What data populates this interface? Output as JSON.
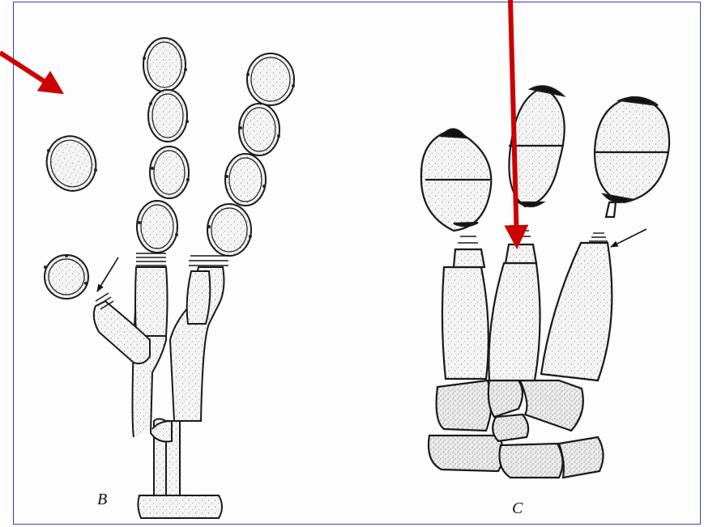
{
  "figure": {
    "panels": [
      {
        "id": "B",
        "label": "B"
      },
      {
        "id": "C",
        "label": "C"
      }
    ],
    "colors": {
      "border": "#3b3fb2",
      "annotation_arrow": "#cc0000",
      "ink": "#1a1a1a",
      "cell_fill": "#f2f2f2",
      "cap_dark": "#111111"
    }
  }
}
